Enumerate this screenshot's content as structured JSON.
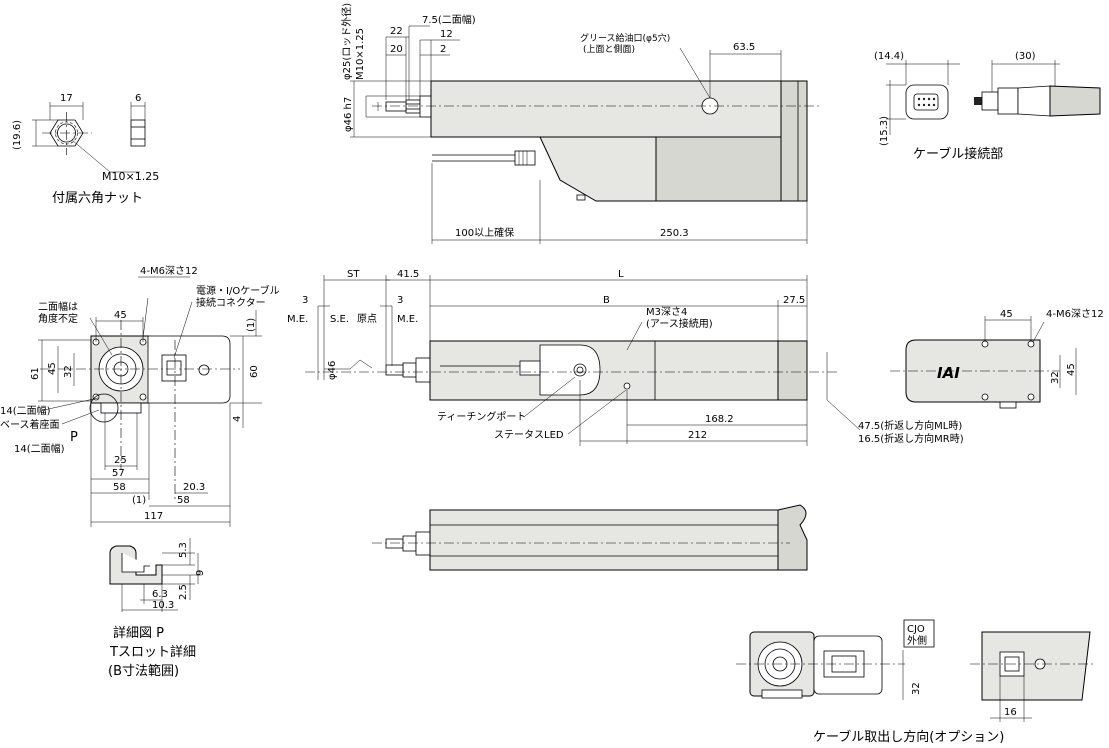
{
  "nut": {
    "w17": "17",
    "w6": "6",
    "h196": "(19.6)",
    "thread": "M10×1.25",
    "caption": "付属六角ナット"
  },
  "top_view": {
    "rod_dia": "φ25(ロッド外径)",
    "thread": "M10×1.25",
    "body_dia": "φ46 h7",
    "d22": "22",
    "d20": "20",
    "d75": "7.5(二面幅)",
    "d12": "12",
    "d2": "2",
    "grease1": "グリース給油口(φ5穴)",
    "grease2": "(上面と側面)",
    "d635": "63.5",
    "d100": "100以上確保",
    "d2503": "250.3"
  },
  "cable_conn": {
    "d144": "(14.4)",
    "d30": "(30)",
    "d153": "(15.3)",
    "caption": "ケーブル接続部"
  },
  "side_view": {
    "st": "ST",
    "d415": "41.5",
    "L": "L",
    "B": "B",
    "d275": "27.5",
    "d3a": "3",
    "d3b": "3",
    "me1": "M.E.",
    "se": "S.E.",
    "genten": "原点",
    "me2": "M.E.",
    "body_dia": "φ46",
    "m3": "M3深さ4",
    "earth": "(アース接続用)",
    "teaching": "ティーチングポート",
    "led": "ステータスLED",
    "d1682": "168.2",
    "d212": "212",
    "ml": "47.5(折返し方向ML時)",
    "mr": "16.5(折返し方向MR時)"
  },
  "end_view": {
    "m6": "4-M6深さ12",
    "nimen": "二面幅は",
    "kakudo": "角度不定",
    "power1": "電源・I/Oケーブル",
    "power2": "接続コネクター",
    "d45": "45",
    "d61": "61",
    "d45v": "45",
    "d32": "32",
    "d60": "60",
    "d1a": "(1)",
    "d4": "4",
    "d14a": "14(二面幅)",
    "base": "ベース着座面",
    "p": "P",
    "d14b": "14(二面幅)",
    "d25": "25",
    "d57": "57",
    "d58a": "58",
    "d203": "20.3",
    "d1b": "(1)",
    "d58b": "58",
    "d117": "117"
  },
  "right_end": {
    "d45": "45",
    "m6": "4-M6深さ12",
    "d32": "32",
    "d45v": "45"
  },
  "tslot": {
    "d53": "5.3",
    "d9": "9",
    "d25": "2.5",
    "d63": "6.3",
    "d103": "10.3",
    "cap1": "詳細図 P",
    "cap2": "Tスロット詳細",
    "cap3": "(B寸法範囲)"
  },
  "option": {
    "cjo1": "CJO",
    "cjo2": "外側",
    "d32": "32",
    "d16": "16",
    "caption": "ケーブル取出し方向(オプション)"
  }
}
